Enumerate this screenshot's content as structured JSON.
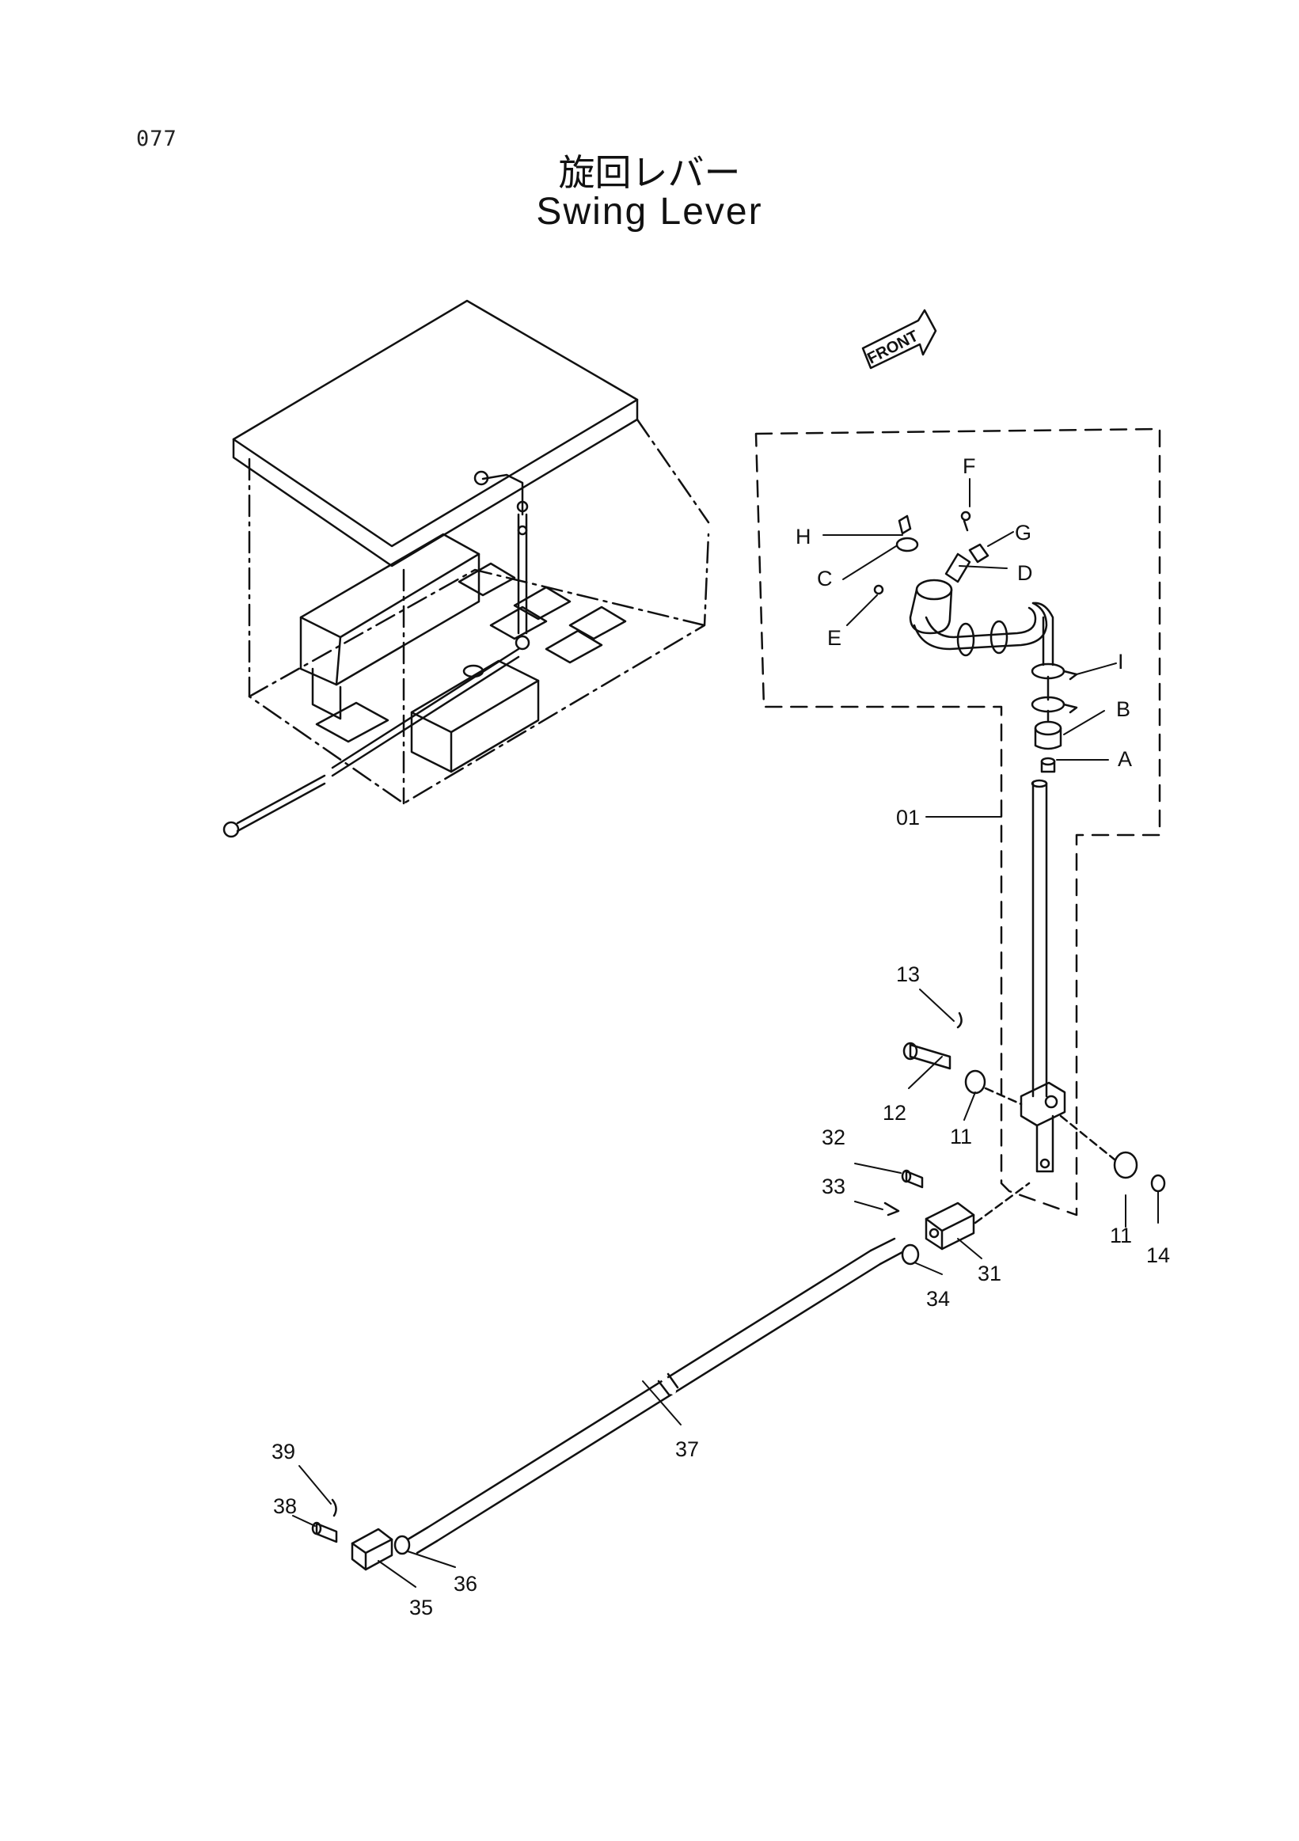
{
  "page_number": "077",
  "title": {
    "japanese": "旋回レバー",
    "english": "Swing Lever"
  },
  "front_marker": "FRONT",
  "callouts": [
    "A",
    "B",
    "C",
    "D",
    "E",
    "F",
    "G",
    "H",
    "I",
    "01",
    "11",
    "11",
    "12",
    "13",
    "14",
    "31",
    "32",
    "33",
    "34",
    "35",
    "36",
    "37",
    "38",
    "39"
  ],
  "colors": {
    "line": "#111111",
    "background": "#ffffff"
  }
}
